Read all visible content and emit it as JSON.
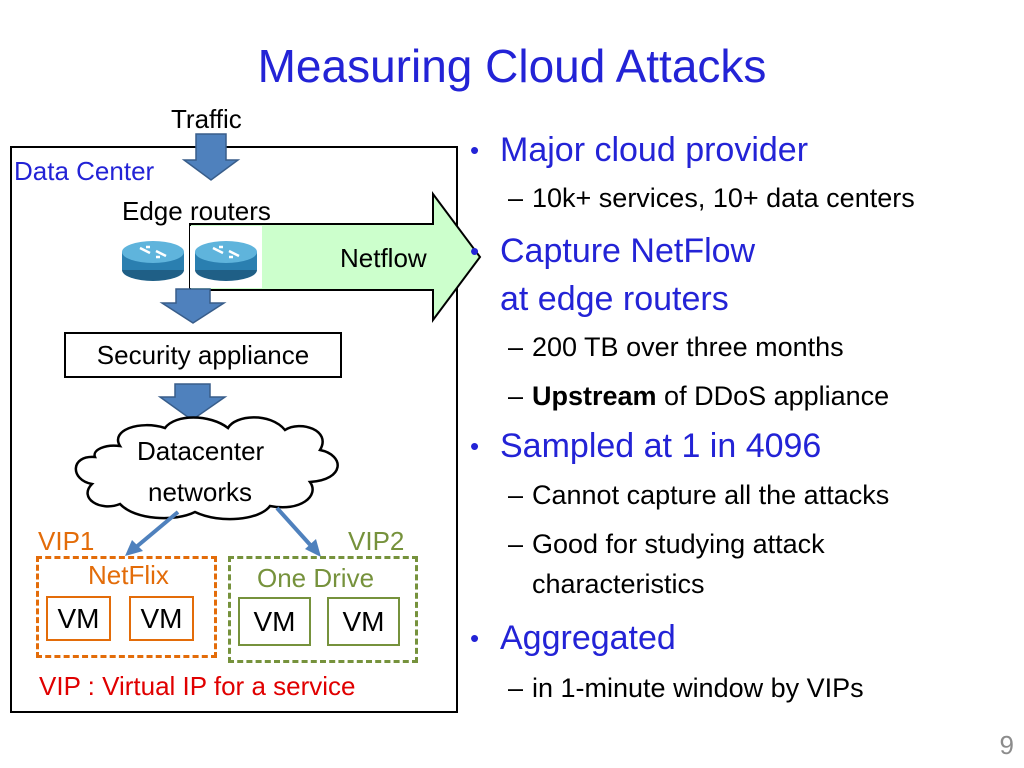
{
  "slide": {
    "title": "Measuring Cloud Attacks",
    "page_number": "9"
  },
  "diagram": {
    "traffic_label": "Traffic",
    "data_center_label": "Data Center",
    "edge_routers_label": "Edge routers",
    "netflow_label": "Netflow",
    "security_appliance_label": "Security appliance",
    "cloud_label_line1": "Datacenter",
    "cloud_label_line2": "networks",
    "vip1_label": "VIP1",
    "vip2_label": "VIP2",
    "netflix_label": "NetFlix",
    "onedrive_label": "One Drive",
    "vm_label": "VM",
    "vip_note": "VIP : Virtual IP for a service",
    "colors": {
      "accent_blue": "#2323d6",
      "arrow_blue": "#4f81bd",
      "netflix_orange": "#e36c09",
      "onedrive_green": "#76923c",
      "netflow_fill": "#ccffcc"
    }
  },
  "bullets": [
    {
      "text": "Major cloud provider",
      "subs": [
        {
          "text": "10k+ services, 10+ data centers"
        }
      ]
    },
    {
      "text_line1": "Capture NetFlow",
      "text_line2": "at edge routers",
      "subs": [
        {
          "text": "200 TB over three months"
        },
        {
          "bold": "Upstream",
          "rest": " of DDoS appliance"
        }
      ]
    },
    {
      "text": "Sampled at 1 in 4096",
      "subs": [
        {
          "text": "Cannot capture all the attacks"
        },
        {
          "text_line1": "Good for studying attack",
          "text_line2": "characteristics"
        }
      ]
    },
    {
      "text": "Aggregated",
      "subs": [
        {
          "text": "in 1-minute window by VIPs"
        }
      ]
    }
  ]
}
